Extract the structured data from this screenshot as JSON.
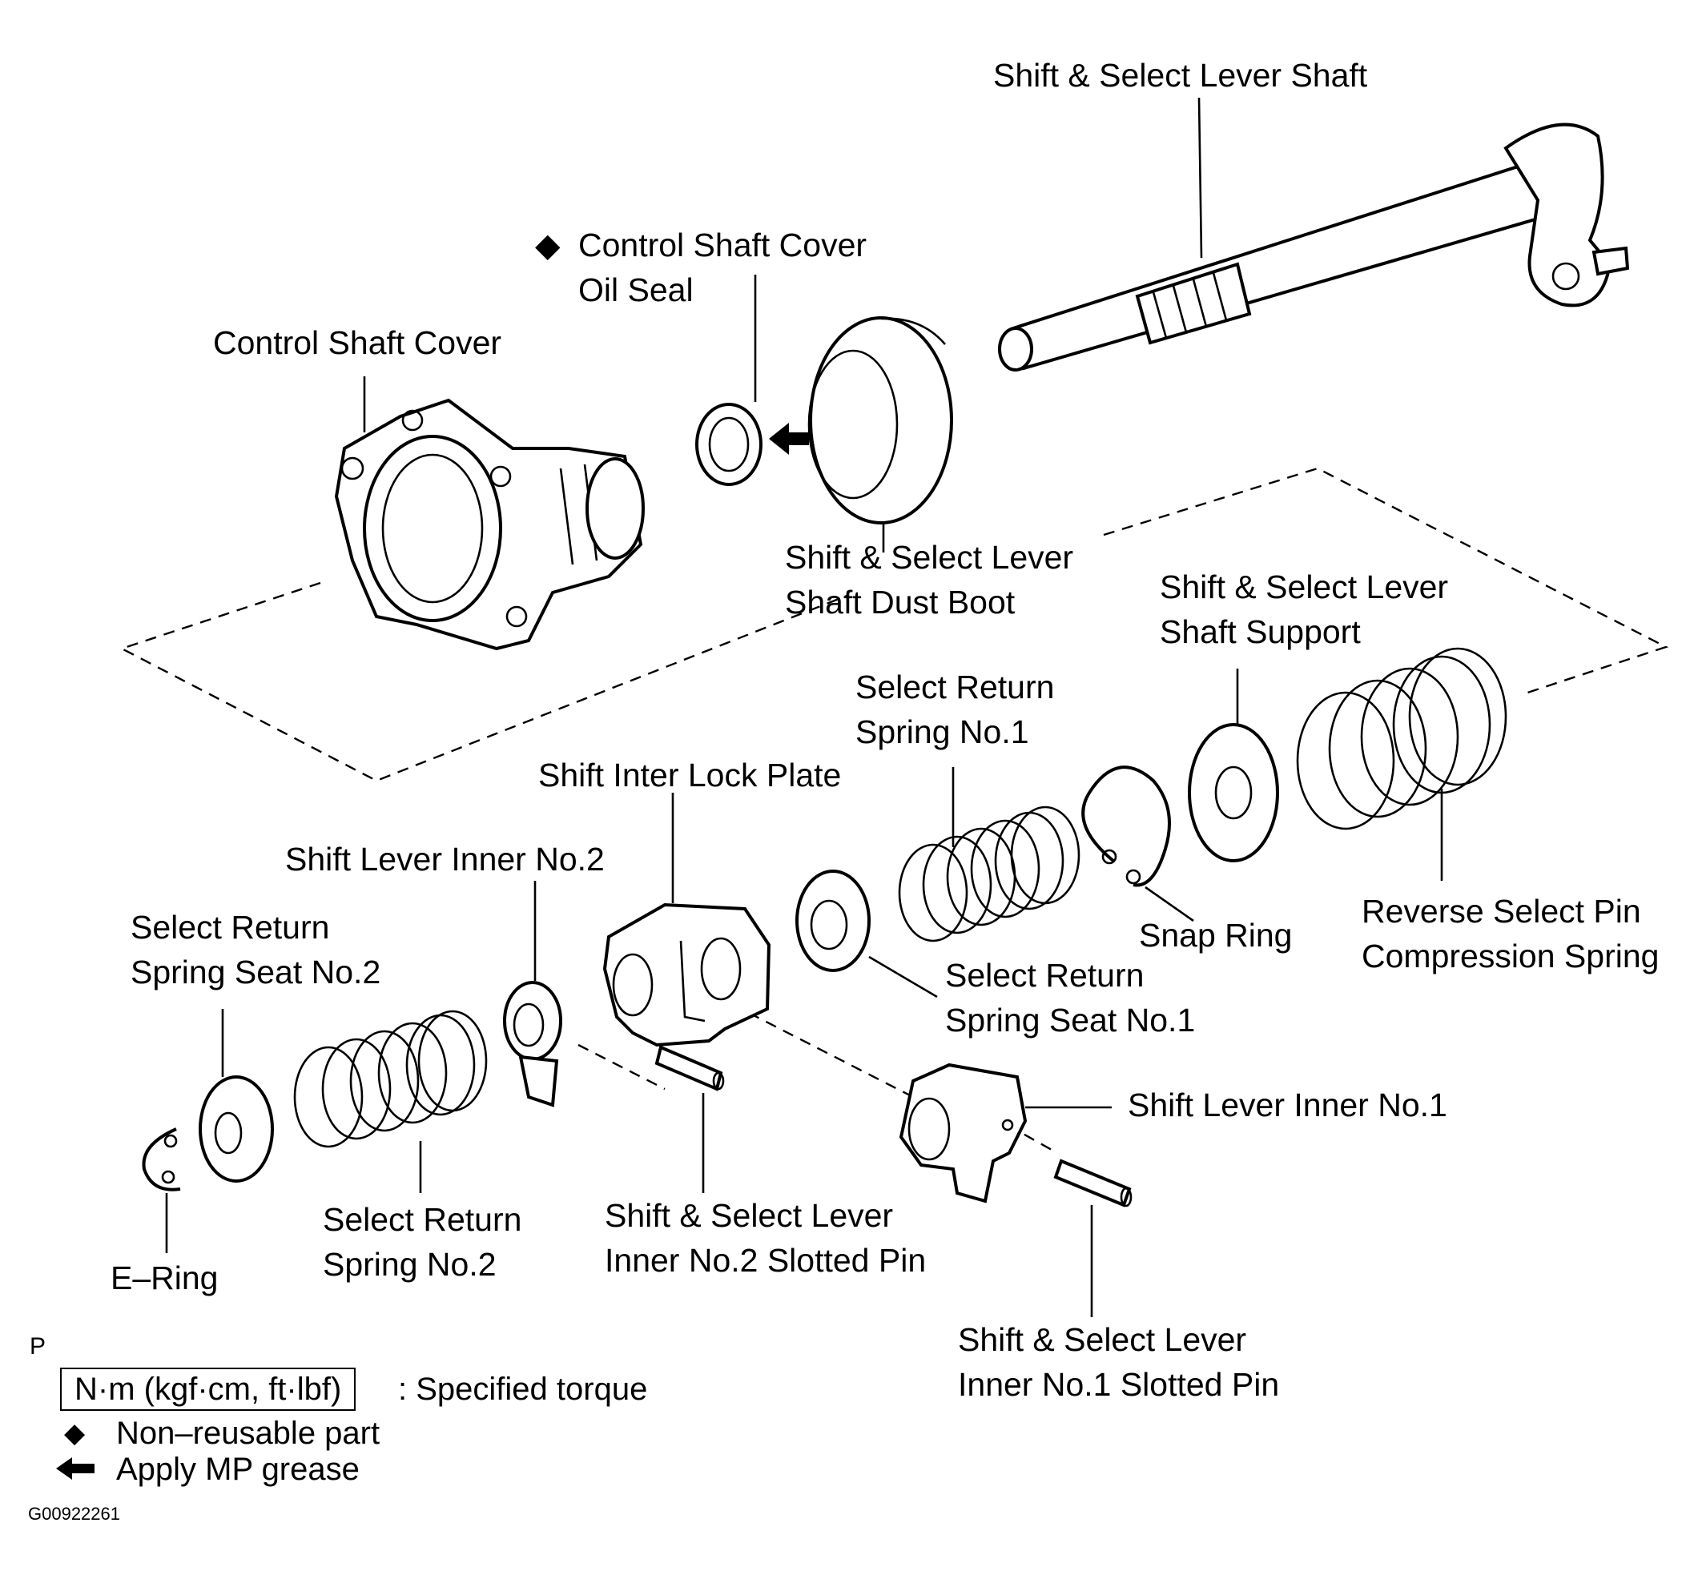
{
  "figure_code": "G00922261",
  "page_marker": "P",
  "labels": {
    "shift_select_lever_shaft": "Shift & Select Lever Shaft",
    "control_shaft_cover_oil_seal": [
      "Control Shaft Cover",
      "Oil Seal"
    ],
    "control_shaft_cover": "Control Shaft Cover",
    "dust_boot": [
      "Shift & Select Lever",
      "Shaft Dust Boot"
    ],
    "shaft_support": [
      "Shift & Select Lever",
      "Shaft Support"
    ],
    "select_return_spring_no1": [
      "Select Return",
      "Spring No.1"
    ],
    "shift_inter_lock_plate": "Shift Inter Lock Plate",
    "shift_lever_inner_no2": "Shift Lever Inner No.2",
    "snap_ring": "Snap Ring",
    "reverse_select_pin_spring": [
      "Reverse Select Pin",
      "Compression Spring"
    ],
    "select_return_spring_seat_no2": [
      "Select Return",
      "Spring Seat No.2"
    ],
    "select_return_spring_seat_no1": [
      "Select Return",
      "Spring Seat No.1"
    ],
    "shift_lever_inner_no1": "Shift Lever Inner No.1",
    "e_ring": "E–Ring",
    "select_return_spring_no2": [
      "Select Return",
      "Spring No.2"
    ],
    "inner_no2_slotted_pin": [
      "Shift & Select Lever",
      "Inner No.2 Slotted Pin"
    ],
    "inner_no1_slotted_pin": [
      "Shift & Select Lever",
      "Inner No.1 Slotted Pin"
    ]
  },
  "legend": {
    "torque_box": "N·m (kgf·cm, ft·lbf)",
    "torque_desc": ": Specified torque",
    "non_reusable": "Non–reusable part",
    "apply_grease": "Apply MP grease"
  },
  "icons": {
    "non_reusable_marker": "diamond-icon",
    "grease_marker": "arrow-left-icon"
  }
}
